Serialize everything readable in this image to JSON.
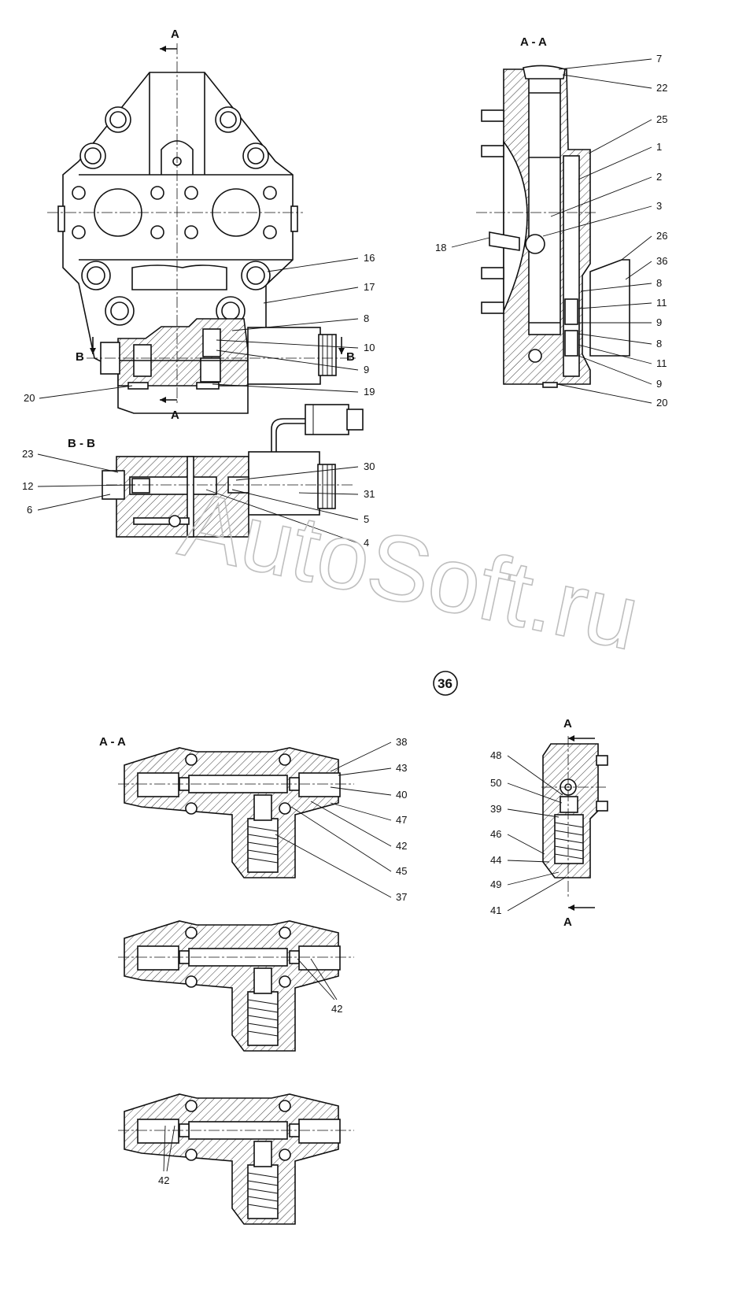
{
  "watermark": "AutoSoft.ru",
  "figure_number": "36",
  "section_labels": {
    "view_a_top": "A",
    "view_a_bottom": "A",
    "view_b_left": "B",
    "view_b_right": "B",
    "section_aa_top": "A - A",
    "section_bb": "B - B",
    "section_aa_lower": "A - A",
    "side_a_top": "A",
    "side_a_bottom": "A"
  },
  "callouts": {
    "front_view": [
      "16",
      "17",
      "8",
      "10",
      "9",
      "19",
      "20"
    ],
    "section_aa_top": [
      "7",
      "22",
      "25",
      "1",
      "2",
      "3",
      "18",
      "26",
      "36",
      "8",
      "11",
      "9",
      "8",
      "11",
      "9",
      "20"
    ],
    "section_bb": [
      "23",
      "12",
      "6",
      "30",
      "31",
      "5",
      "4"
    ],
    "section_aa_lower": [
      "38",
      "43",
      "40",
      "47",
      "42",
      "45",
      "37"
    ],
    "side_view": [
      "48",
      "50",
      "39",
      "46",
      "44",
      "49",
      "41"
    ],
    "variant_2": [
      "42"
    ],
    "variant_3": [
      "42"
    ]
  }
}
